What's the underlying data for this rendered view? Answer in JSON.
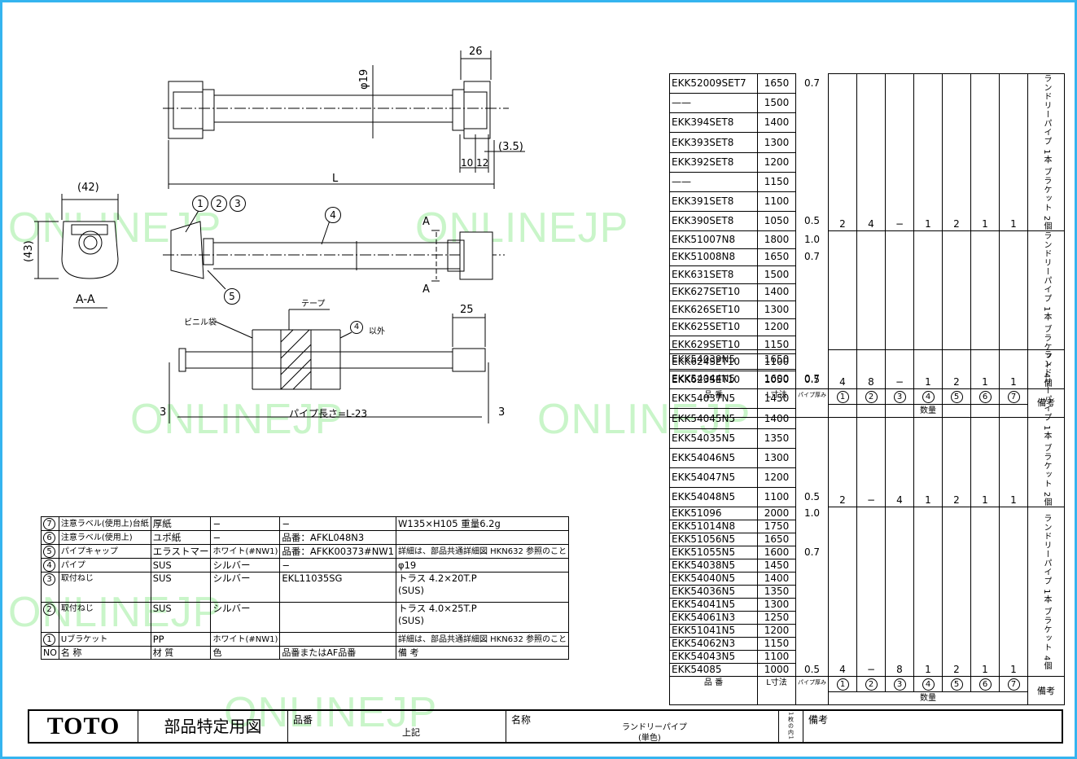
{
  "watermark": "ONLINEJP",
  "drawing": {
    "dims": {
      "top_width": "26",
      "pipe_dia": "φ19",
      "gap": "(3.5)",
      "d10": "10",
      "d12": "12",
      "length": "L",
      "end_width": "(42)",
      "end_height": "(43)",
      "section_label": "A-A",
      "section_a": "A",
      "tape": "テープ",
      "vinyl": "ビニル袋",
      "except_label": "以外",
      "pipe_length": "パイプ長さ=L-23",
      "margin_left": "3",
      "margin_right": "3",
      "end_width2": "25"
    },
    "balloons": [
      "1",
      "2",
      "3",
      "4",
      "5"
    ]
  },
  "parts_table": {
    "rows": [
      {
        "no": "7",
        "name": "注意ラベル(使用上)台紙",
        "material": "厚紙",
        "color": "−",
        "part_no": "−",
        "note": "W135×H105  重量6.2g"
      },
      {
        "no": "6",
        "name": "注意ラベル(使用上)",
        "material": "ユポ紙",
        "color": "−",
        "part_no": "品番：AFKL048N3",
        "note": ""
      },
      {
        "no": "5",
        "name": "パイプキャップ",
        "material": "エラストマー",
        "color": "ホワイト(#NW1)",
        "part_no": "品番：AFKK00373#NW1",
        "note": "詳細は、部品共通詳細図 HKN632 参照のこと"
      },
      {
        "no": "4",
        "name": "パイプ",
        "material": "SUS",
        "color": "シルバー",
        "part_no": "−",
        "note": "φ19"
      },
      {
        "no": "3",
        "name": "取付ねじ",
        "material": "SUS",
        "color": "シルバー",
        "part_no": "EKL11035SG",
        "note": "トラス 4.2×20T.P",
        "note2": "(SUS)"
      },
      {
        "no": "2",
        "name": "取付ねじ",
        "material": "SUS",
        "color": "シルバー",
        "part_no": "",
        "note": "トラス 4.0×25T.P",
        "note2": "(SUS)"
      },
      {
        "no": "1",
        "name": "Uブラケット",
        "material": "PP",
        "color": "ホワイト(#NW1)",
        "part_no": "",
        "note": "詳細は、部品共通詳細図 HKN632 参照のこと"
      }
    ],
    "header": {
      "no": "NO",
      "name": "名  称",
      "material": "材  質",
      "color": "色",
      "part_no": "品番またはAF品番",
      "note": "備  考"
    }
  },
  "spec_table_1": {
    "groups": [
      {
        "rows": [
          {
            "code": "EKK52009SET7",
            "len": "1650",
            "thk": "0.7"
          },
          {
            "code": "——",
            "len": "1500",
            "thk": ""
          },
          {
            "code": "EKK394SET8",
            "len": "1400",
            "thk": ""
          },
          {
            "code": "EKK393SET8",
            "len": "1300",
            "thk": ""
          },
          {
            "code": "EKK392SET8",
            "len": "1200",
            "thk": ""
          },
          {
            "code": "——",
            "len": "1150",
            "thk": ""
          },
          {
            "code": "EKK391SET8",
            "len": "1100",
            "thk": ""
          },
          {
            "code": "EKK390SET8",
            "len": "1050",
            "thk": "0.5"
          }
        ],
        "qty": [
          "2",
          "4",
          "−",
          "1",
          "2",
          "1",
          "1"
        ],
        "remark": "ランドリーパイプ 1本 ブラケット 2個"
      },
      {
        "rows": [
          {
            "code": "EKK51007N8",
            "len": "1800",
            "thk": "1.0"
          },
          {
            "code": "EKK51008N8",
            "len": "1650",
            "thk": "0.7"
          },
          {
            "code": "EKK631SET8",
            "len": "1500",
            "thk": ""
          },
          {
            "code": "EKK627SET10",
            "len": "1400",
            "thk": ""
          },
          {
            "code": "EKK626SET10",
            "len": "1300",
            "thk": ""
          },
          {
            "code": "EKK625SET10",
            "len": "1200",
            "thk": ""
          },
          {
            "code": "EKK629SET10",
            "len": "1150",
            "thk": ""
          },
          {
            "code": "EKK624SET10",
            "len": "1100",
            "thk": ""
          },
          {
            "code": "EKK623SET10",
            "len": "1050",
            "thk": "0.5"
          }
        ],
        "qty": [
          "4",
          "8",
          "−",
          "1",
          "2",
          "1",
          "1"
        ],
        "remark": "ランドリーパイプ 1本 ブラケット 4個"
      }
    ]
  },
  "spec_table_2": {
    "groups": [
      {
        "rows": [
          {
            "code": "EKK54039N5",
            "len": "1650",
            "thk": ""
          },
          {
            "code": "EKK54044N5",
            "len": "1600",
            "thk": "0.7"
          },
          {
            "code": "EKK54037N5",
            "len": "1450",
            "thk": ""
          },
          {
            "code": "EKK54045N5",
            "len": "1400",
            "thk": ""
          },
          {
            "code": "EKK54035N5",
            "len": "1350",
            "thk": ""
          },
          {
            "code": "EKK54046N5",
            "len": "1300",
            "thk": ""
          },
          {
            "code": "EKK54047N5",
            "len": "1200",
            "thk": ""
          },
          {
            "code": "EKK54048N5",
            "len": "1100",
            "thk": "0.5"
          }
        ],
        "qty": [
          "2",
          "−",
          "4",
          "1",
          "2",
          "1",
          "1"
        ],
        "remark": "ランドリーパイプ 1本 ブラケット 2個"
      },
      {
        "rows": [
          {
            "code": "EKK51096",
            "len": "2000",
            "thk": "1.0"
          },
          {
            "code": "EKK51014N8",
            "len": "1750",
            "thk": ""
          },
          {
            "code": "EKK51056N5",
            "len": "1650",
            "thk": ""
          },
          {
            "code": "EKK51055N5",
            "len": "1600",
            "thk": "0.7"
          },
          {
            "code": "EKK54038N5",
            "len": "1450",
            "thk": ""
          },
          {
            "code": "EKK54040N5",
            "len": "1400",
            "thk": ""
          },
          {
            "code": "EKK54036N5",
            "len": "1350",
            "thk": ""
          },
          {
            "code": "EKK54041N5",
            "len": "1300",
            "thk": ""
          },
          {
            "code": "EKK54061N3",
            "len": "1250",
            "thk": ""
          },
          {
            "code": "EKK51041N5",
            "len": "1200",
            "thk": ""
          },
          {
            "code": "EKK54062N3",
            "len": "1150",
            "thk": ""
          },
          {
            "code": "EKK54043N5",
            "len": "1100",
            "thk": ""
          },
          {
            "code": "EKK54085",
            "len": "1000",
            "thk": "0.5"
          }
        ],
        "qty": [
          "4",
          "−",
          "8",
          "1",
          "2",
          "1",
          "1"
        ],
        "remark": "ランドリーパイプ 1本 ブラケット 4個"
      }
    ]
  },
  "spec_header": {
    "code": "品    番",
    "len": "L寸法",
    "thk": "パイプ厚み",
    "cols": [
      "1",
      "2",
      "3",
      "4",
      "5",
      "6",
      "7"
    ],
    "remark": "備考",
    "qty": "数量"
  },
  "title_block": {
    "logo": "TOTO",
    "doc_type": "部品特定用図",
    "part_no_label": "品番",
    "part_no_value": "上記",
    "name_label": "名称",
    "name_value": "ランドリーパイプ",
    "name_sub": "(単色)",
    "sheet": "1枚の内1",
    "remark_label": "備考"
  }
}
